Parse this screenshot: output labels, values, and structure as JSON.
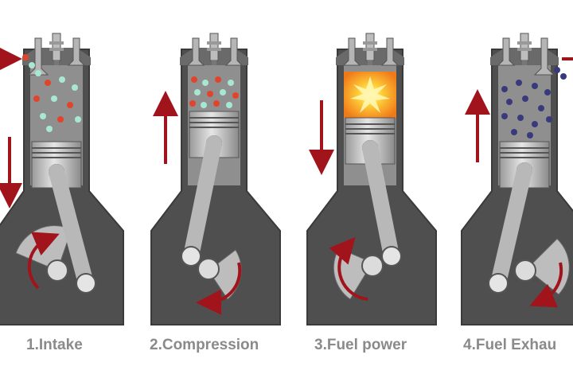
{
  "title": "Four-stroke engine cycle",
  "stages": [
    {
      "label": "1.Intake",
      "piston_motion": "down"
    },
    {
      "label": "2.Compression",
      "piston_motion": "up"
    },
    {
      "label": "3.Fuel power",
      "piston_motion": "down"
    },
    {
      "label": "4.Fuel Exhau",
      "piston_motion": "up"
    }
  ],
  "colors": {
    "arrow": "#a1141b",
    "body_dark": "#4f4f4f",
    "cylinder": "#8f8f8f",
    "piston": "#c9c9c9",
    "fuel_red": "#e0452c",
    "air_green": "#a8e8d2",
    "exhaust": "#3a3a7a",
    "combustion": "#f7a227"
  }
}
